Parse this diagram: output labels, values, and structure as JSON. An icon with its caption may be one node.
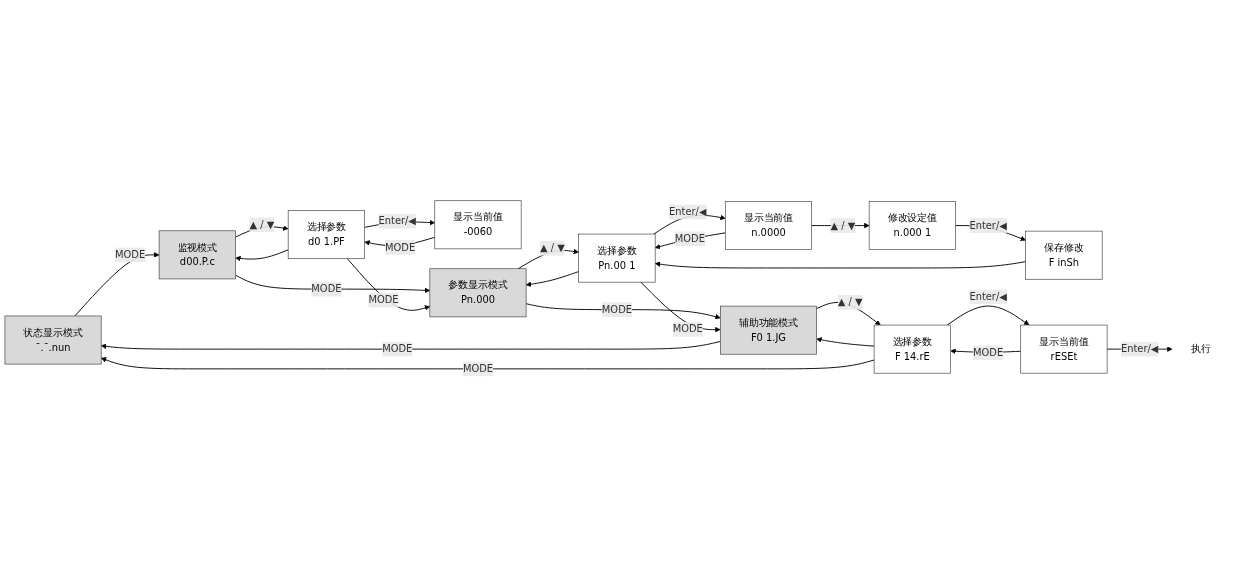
{
  "diagram": {
    "nodes": [
      {
        "text": [
          "状态显示模式",
          "¯.¯.nun"
        ]
      },
      {
        "text": [
          "监视模式",
          "d00.P.c"
        ]
      },
      {
        "text": [
          "选择参数",
          "d0 1.PF"
        ]
      },
      {
        "text": [
          "显示当前值",
          "-0060"
        ]
      },
      {
        "text": [
          "参数显示模式",
          "Pn.000"
        ]
      },
      {
        "text": [
          "选择参数",
          "Pn.00 1"
        ]
      },
      {
        "text": [
          "显示当前值",
          "n.0000"
        ]
      },
      {
        "text": [
          "修改设定值",
          "n.000 1"
        ]
      },
      {
        "text": [
          "保存修改",
          "F inSh"
        ]
      },
      {
        "text": [
          "辅助功能模式",
          "F0 1.JG"
        ]
      },
      {
        "text": [
          "选择参数",
          "F 14.rE"
        ]
      },
      {
        "text": [
          "显示当前值",
          "rESEt"
        ]
      },
      {
        "text": [
          "执行"
        ]
      }
    ],
    "edges": [
      {
        "from": 0,
        "to": 1,
        "arrow": "to",
        "label": "MODE"
      },
      {
        "from": 1,
        "to": 2,
        "arrow": "to",
        "label": "▲ / ▼"
      },
      {
        "from": 2,
        "to": 1,
        "arrow": "to"
      },
      {
        "from": 2,
        "to": 3,
        "arrow": "to",
        "label": "Enter/◀"
      },
      {
        "from": 3,
        "to": 2,
        "arrow": "to",
        "label": "MODE"
      },
      {
        "from": 1,
        "to": 4,
        "arrow": "to",
        "label": "MODE"
      },
      {
        "from": 2,
        "to": 4,
        "arrow": "to",
        "label": "MODE"
      },
      {
        "from": 4,
        "to": 5,
        "arrow": "to",
        "label": "▲ / ▼"
      },
      {
        "from": 5,
        "to": 4,
        "arrow": "to"
      },
      {
        "from": 5,
        "to": 6,
        "arrow": "to",
        "label": "Enter/◀"
      },
      {
        "from": 6,
        "to": 5,
        "arrow": "to",
        "label": "MODE"
      },
      {
        "from": 6,
        "to": 7,
        "arrow": "to",
        "label": "▲ / ▼"
      },
      {
        "from": 7,
        "to": 8,
        "arrow": "to",
        "label": "Enter/◀"
      },
      {
        "from": 8,
        "to": 5,
        "arrow": "to"
      },
      {
        "from": 4,
        "to": 9,
        "arrow": "to",
        "label": "MODE"
      },
      {
        "from": 5,
        "to": 9,
        "arrow": "to",
        "label": "MODE"
      },
      {
        "from": 9,
        "to": 10,
        "arrow": "to",
        "label": "▲ / ▼"
      },
      {
        "from": 10,
        "to": 9,
        "arrow": "to"
      },
      {
        "from": 10,
        "to": 11,
        "arrow": "to",
        "label": "Enter/◀"
      },
      {
        "from": 11,
        "to": 10,
        "arrow": "to",
        "label": "MODE"
      },
      {
        "from": 11,
        "to": 12,
        "arrow": "to",
        "label": "Enter/◀"
      },
      {
        "from": 9,
        "to": 0,
        "arrow": "to",
        "label": "MODE"
      },
      {
        "from": 10,
        "to": 0,
        "arrow": "to",
        "label": "MODE"
      }
    ]
  }
}
